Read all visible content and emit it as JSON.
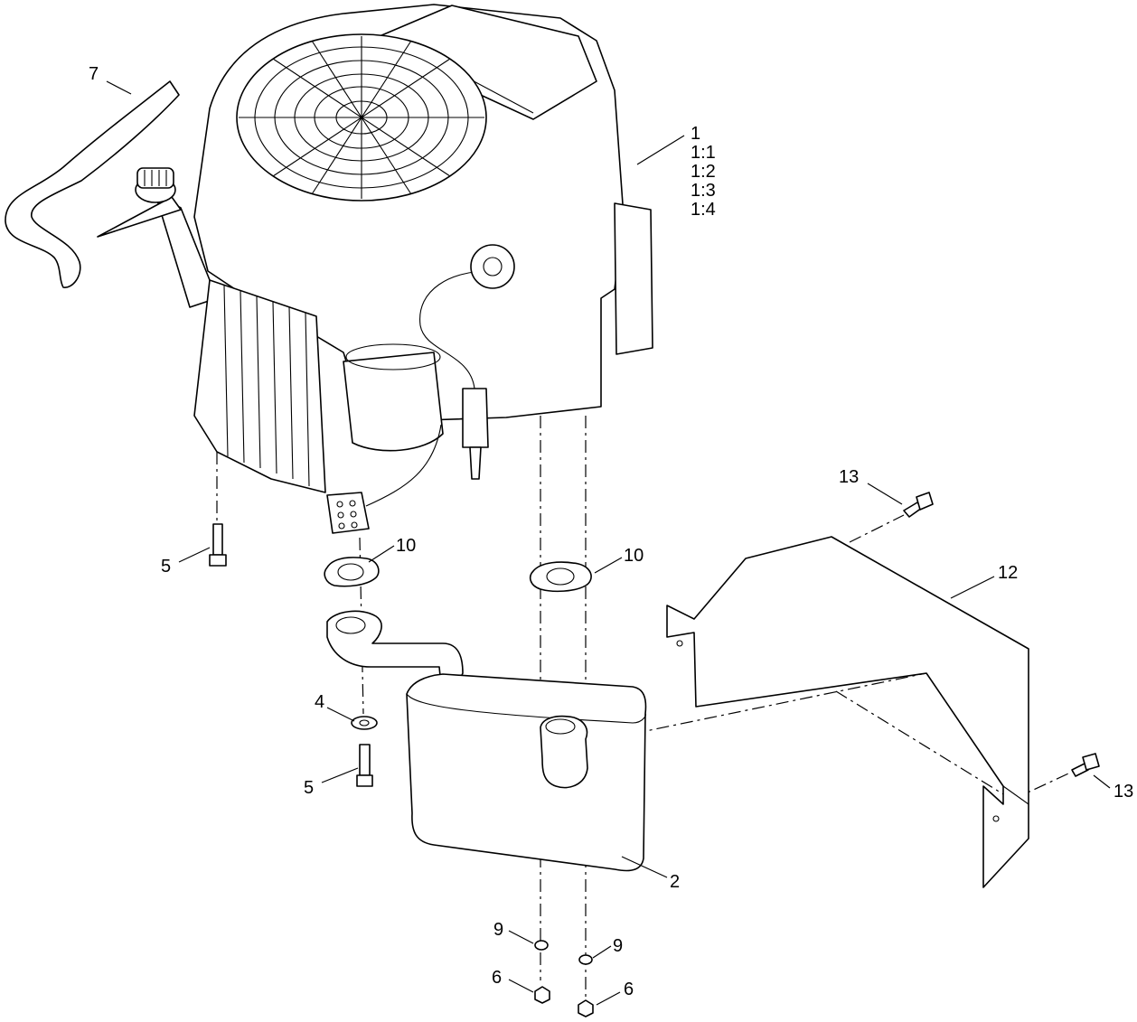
{
  "callouts": {
    "c7": "7",
    "c1_stack": [
      "1",
      "1:1",
      "1:2",
      "1:3",
      "1:4"
    ],
    "c13_top": "13",
    "c5_upper": "5",
    "c10_left": "10",
    "c10_right": "10",
    "c12": "12",
    "c4": "4",
    "c5_lower": "5",
    "c13_right": "13",
    "c2": "2",
    "c9_left": "9",
    "c9_right": "9",
    "c6_left": "6",
    "c6_right": "6"
  }
}
